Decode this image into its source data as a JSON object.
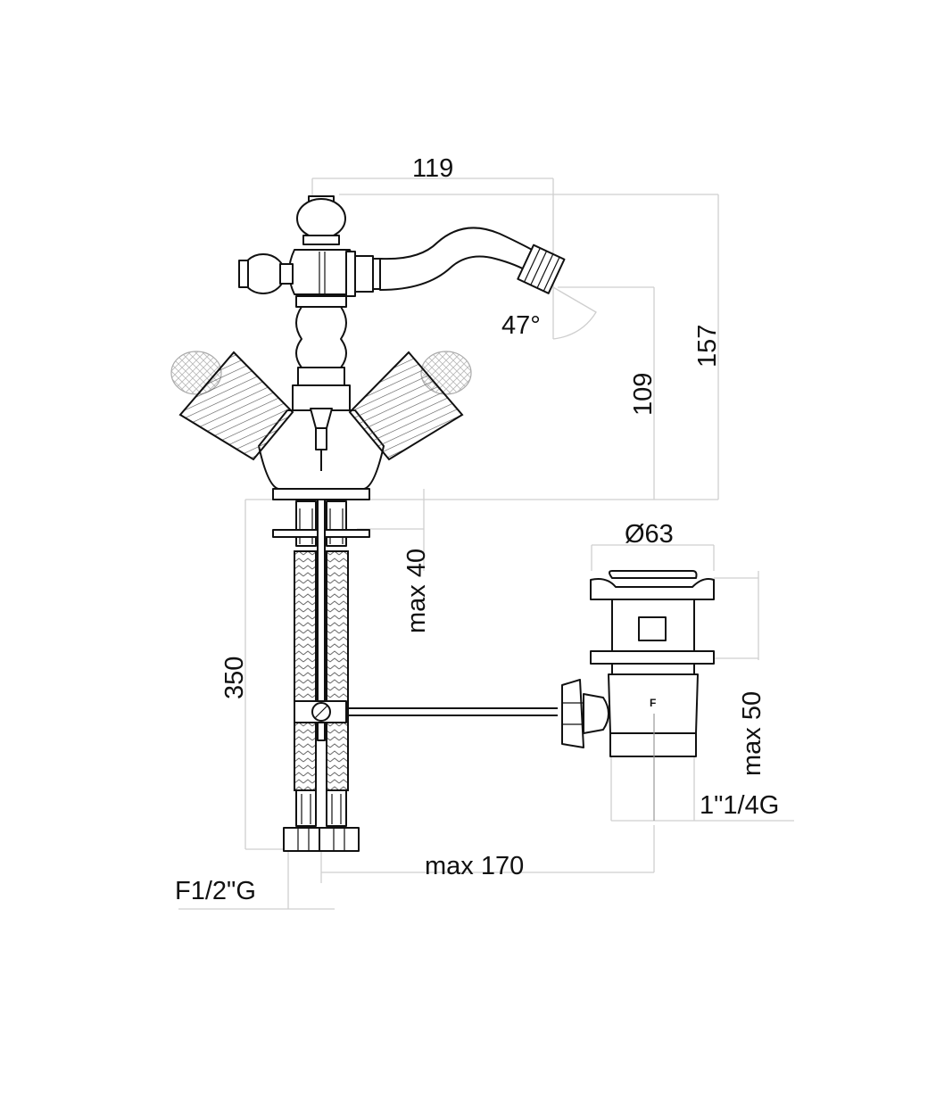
{
  "dimensions": {
    "top_width": "119",
    "overall_height": "157",
    "spout_height": "109",
    "spout_angle": "47°",
    "deck_thickness": "max 40",
    "hose_length": "350",
    "waste_diameter": "Ø63",
    "waste_depth": "max 50",
    "waste_thread": "1\"1/4G",
    "rod_reach": "max 170",
    "supply_thread": "F1/2\"G"
  },
  "waste_marking": "F",
  "colors": {
    "outline": "#111111",
    "dimension_line": "#cfcfcf",
    "background": "#ffffff"
  }
}
